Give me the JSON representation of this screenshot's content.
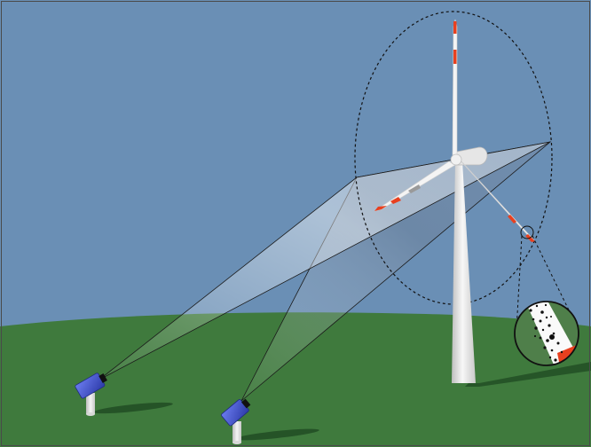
{
  "scene": {
    "colors": {
      "sky": "#6a8fb5",
      "grass": "#3f7a3d",
      "grass_dark": "#2f6a2f",
      "tower": "#ececec",
      "blade_tip_red": "#e8401f",
      "camera_body": "#3a4fc8",
      "dashed_outline": "#111111",
      "view_cone_light": "#ffffff",
      "view_cone_dark": "#ffffff"
    },
    "objects": [
      "wind-turbine",
      "stereo-camera-left",
      "stereo-camera-right",
      "rotor-swept-area-ellipse",
      "blade-marker-zoom-inset"
    ]
  }
}
